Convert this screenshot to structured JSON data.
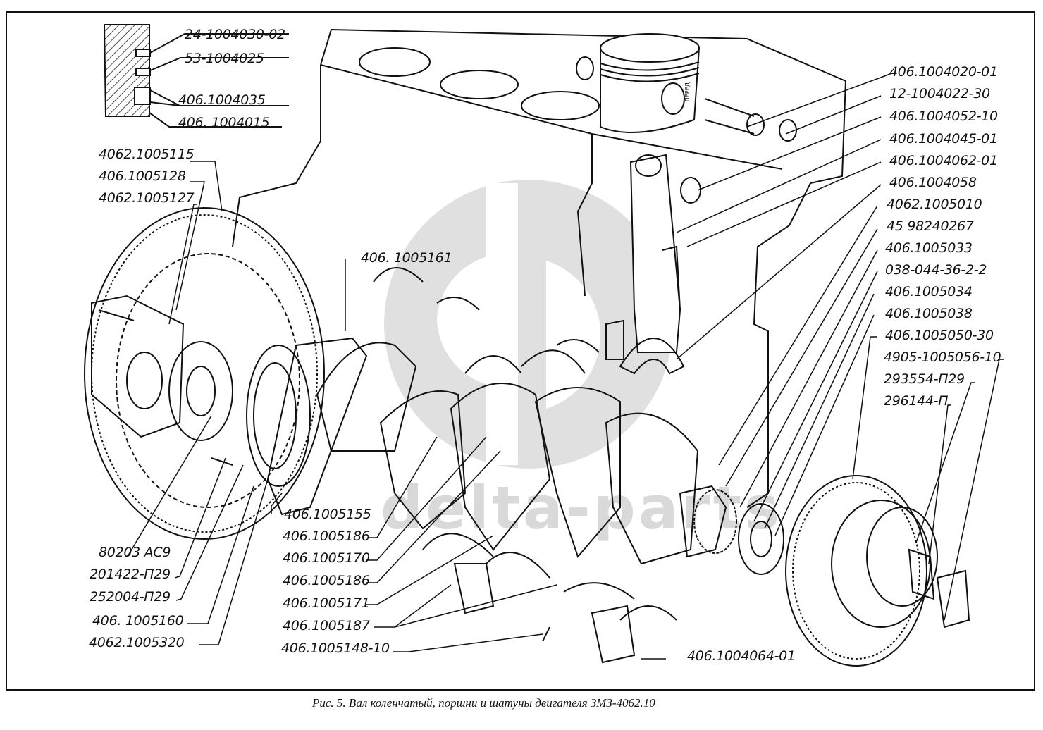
{
  "figure": {
    "caption": "Рис. 5. Вал коленчатый, поршни и шатуны двигателя ЗМЗ-4062.10",
    "watermark_text": "delta-parts",
    "piston_marking": "ПЕРЕД"
  },
  "inset_labels": [
    "24-1004030-02",
    "53-1004025",
    "406.1004035",
    "406. 1004015"
  ],
  "left_top_labels": [
    "4062.1005115",
    "406.1005128",
    "4062.1005127"
  ],
  "center_top_label": "406. 1005161",
  "right_labels": [
    "406.1004020-01",
    "12-1004022-30",
    "406.1004052-10",
    "406.1004045-01",
    "406.1004062-01",
    "406.1004058",
    "4062.1005010",
    "45 98240267",
    "406.1005033",
    "038-044-36-2-2",
    "406.1005034",
    "406.1005038",
    "406.1005050-30",
    "4905-1005056-10",
    "293554-П29",
    "296144-П"
  ],
  "left_bottom_labels": [
    "80203 АС9",
    "201422-П29",
    "252004-П29",
    "406. 1005160",
    "4062.1005320"
  ],
  "center_bottom_labels": [
    "406.1005155",
    "406.1005186",
    "406.1005170",
    "406.1005186",
    "406.1005171",
    "406.1005187",
    "406.1005148-10"
  ],
  "bottom_right_label": "406.1004064-01"
}
